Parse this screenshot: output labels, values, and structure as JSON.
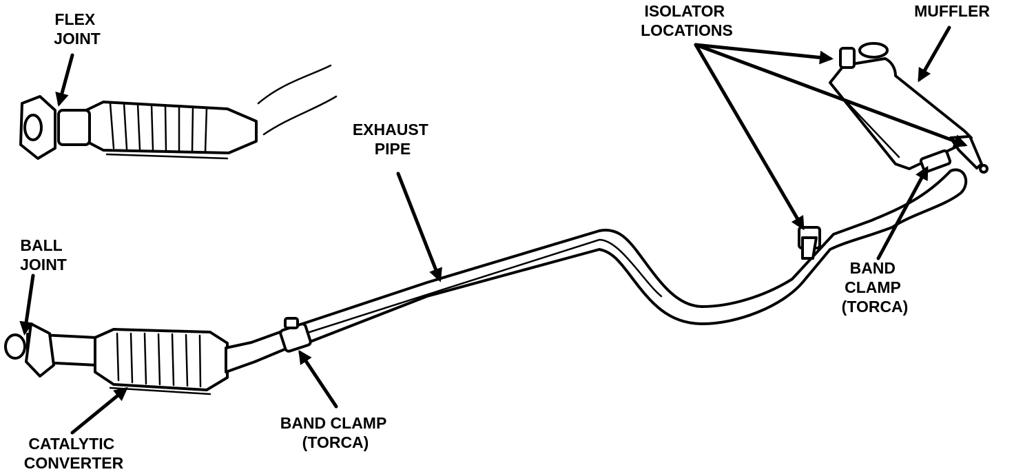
{
  "labels": {
    "flex_joint": [
      "FLEX",
      "JOINT"
    ],
    "ball_joint": [
      "BALL",
      "JOINT"
    ],
    "catalytic_converter": [
      "CATALYTIC",
      "CONVERTER"
    ],
    "band_clamp_front": [
      "BAND CLAMP",
      "(TORCA)"
    ],
    "exhaust_pipe": [
      "EXHAUST",
      "PIPE"
    ],
    "isolator_locations": [
      "ISOLATOR",
      "LOCATIONS"
    ],
    "muffler": [
      "MUFFLER"
    ],
    "band_clamp_rear": [
      "BAND",
      "CLAMP",
      "(TORCA)"
    ]
  },
  "colors": {
    "ink": "#000000",
    "paper": "#ffffff"
  }
}
